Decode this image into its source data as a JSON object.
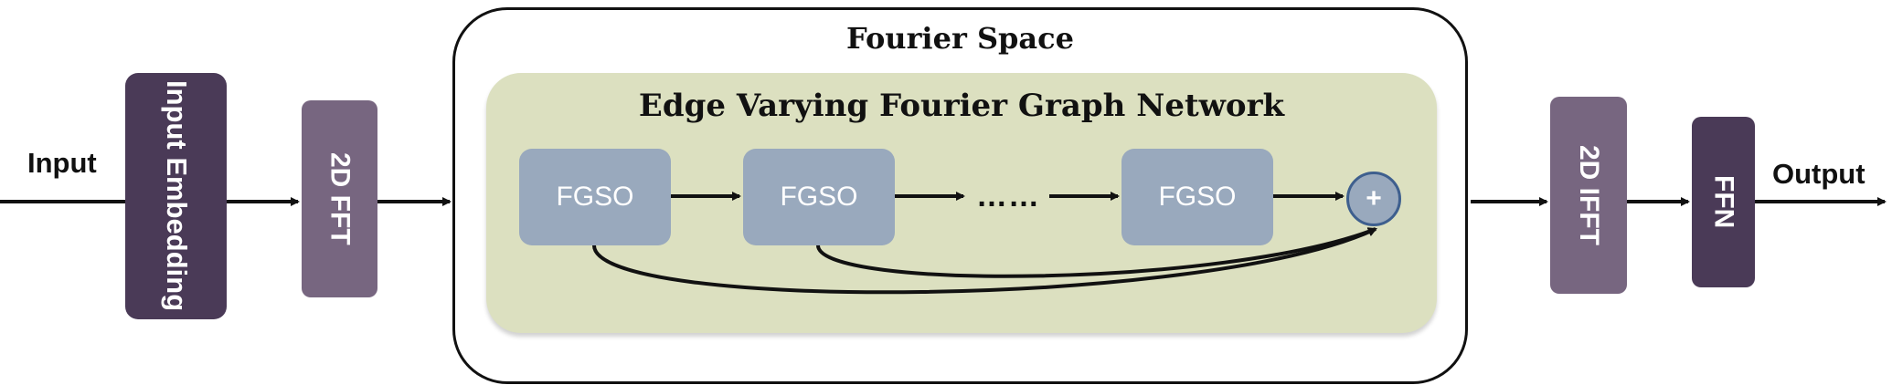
{
  "inputs": {
    "input": "Input",
    "output": "Output"
  },
  "blocks": {
    "input_embedding": "Input Embedding",
    "fft": "2D FFT",
    "ifft": "2D IFFT",
    "ffn": "FFN"
  },
  "fourier_space": {
    "title": "Fourier Space",
    "edge_varying": {
      "title": "Edge Varying Fourier Graph Network",
      "fgso_blocks": [
        "FGSO",
        "FGSO",
        "FGSO"
      ],
      "ellipsis": "……",
      "sum_symbol": "+"
    }
  },
  "colors": {
    "dark_purple": "#4a3a57",
    "light_purple": "#776680",
    "fgso_blue": "#99a9bd",
    "edge_green": "#dce0c0",
    "plus_border": "#3e5f8e"
  }
}
